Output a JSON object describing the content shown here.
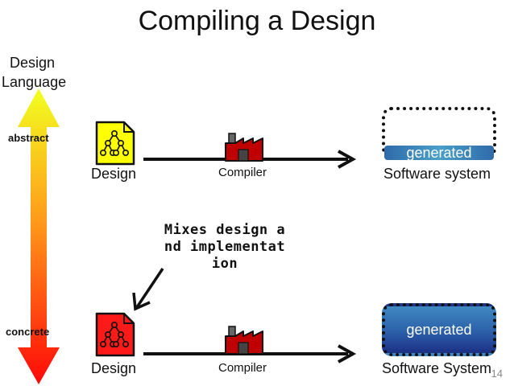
{
  "slide": {
    "title": "Compiling a Design",
    "page_number": "14"
  },
  "axis": {
    "label": "Design Language",
    "top_level": "abstract",
    "bottom_level": "concrete",
    "gradient_top_color": "#ffff00",
    "gradient_bottom_color": "#ff0000"
  },
  "abstract_row": {
    "design_label": "Design",
    "design_icon": "document-triangle-icon",
    "design_color": "#ffff00",
    "compiler_label": "Compiler",
    "compiler_icon": "factory-icon",
    "system_label": "Software system",
    "generated_label": "generated"
  },
  "concrete_row": {
    "design_label": "Design",
    "design_icon": "document-triangle-icon",
    "design_color": "#ff0000",
    "compiler_label": "Compiler",
    "compiler_icon": "factory-icon",
    "system_label": "Software System",
    "generated_label": "generated"
  },
  "callout": {
    "text": "Mixes design and implementation"
  }
}
